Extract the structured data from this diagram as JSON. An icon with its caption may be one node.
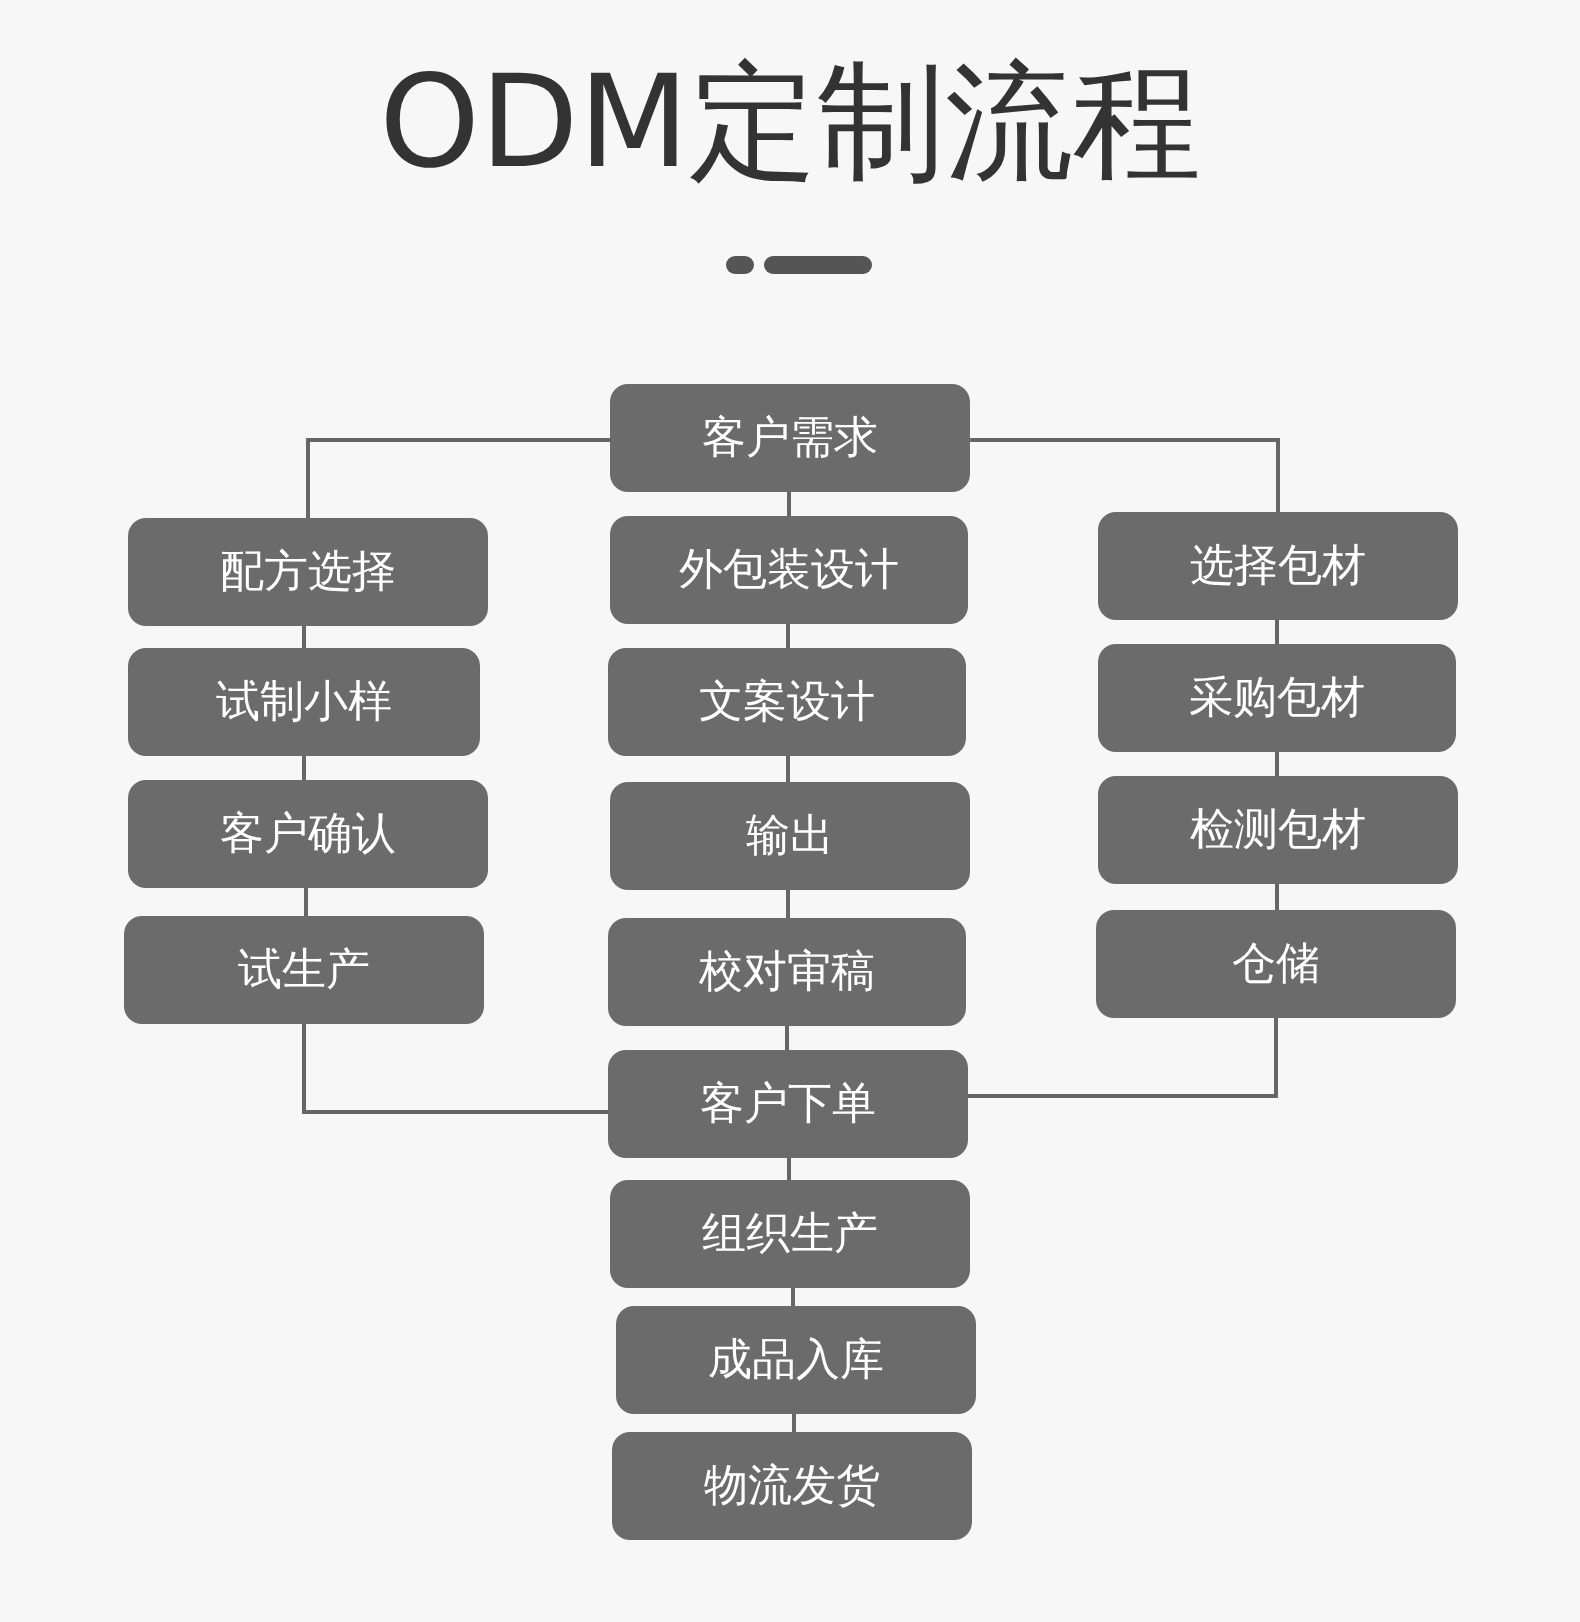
{
  "diagram": {
    "title": "ODM定制流程",
    "nodes": [
      {
        "text": [
          "客户需求"
        ]
      },
      {
        "text": [
          "配方选择"
        ]
      },
      {
        "text": [
          "外包装设计"
        ]
      },
      {
        "text": [
          "选择包材"
        ]
      },
      {
        "text": [
          "试制小样"
        ]
      },
      {
        "text": [
          "文案设计"
        ]
      },
      {
        "text": [
          "采购包材"
        ]
      },
      {
        "text": [
          "客户确认"
        ]
      },
      {
        "text": [
          "输出"
        ]
      },
      {
        "text": [
          "检测包材"
        ]
      },
      {
        "text": [
          "试生产"
        ]
      },
      {
        "text": [
          "校对审稿"
        ]
      },
      {
        "text": [
          "仓储"
        ]
      },
      {
        "text": [
          "客户下单"
        ]
      },
      {
        "text": [
          "组织生产"
        ]
      },
      {
        "text": [
          "成品入库"
        ]
      },
      {
        "text": [
          "物流发货"
        ]
      }
    ],
    "edges": [
      {
        "from": 0,
        "to": 1,
        "arrow": "none"
      },
      {
        "from": 0,
        "to": 2,
        "arrow": "none"
      },
      {
        "from": 0,
        "to": 3,
        "arrow": "none"
      },
      {
        "from": 1,
        "to": 4,
        "arrow": "none"
      },
      {
        "from": 4,
        "to": 7,
        "arrow": "none"
      },
      {
        "from": 7,
        "to": 10,
        "arrow": "none"
      },
      {
        "from": 10,
        "to": 13,
        "arrow": "none"
      },
      {
        "from": 2,
        "to": 5,
        "arrow": "none"
      },
      {
        "from": 5,
        "to": 8,
        "arrow": "none"
      },
      {
        "from": 8,
        "to": 11,
        "arrow": "none"
      },
      {
        "from": 11,
        "to": 13,
        "arrow": "none"
      },
      {
        "from": 3,
        "to": 6,
        "arrow": "none"
      },
      {
        "from": 6,
        "to": 9,
        "arrow": "none"
      },
      {
        "from": 9,
        "to": 12,
        "arrow": "none"
      },
      {
        "from": 12,
        "to": 13,
        "arrow": "none"
      },
      {
        "from": 13,
        "to": 14,
        "arrow": "none"
      },
      {
        "from": 14,
        "to": 15,
        "arrow": "none"
      },
      {
        "from": 15,
        "to": 16,
        "arrow": "none"
      }
    ]
  }
}
